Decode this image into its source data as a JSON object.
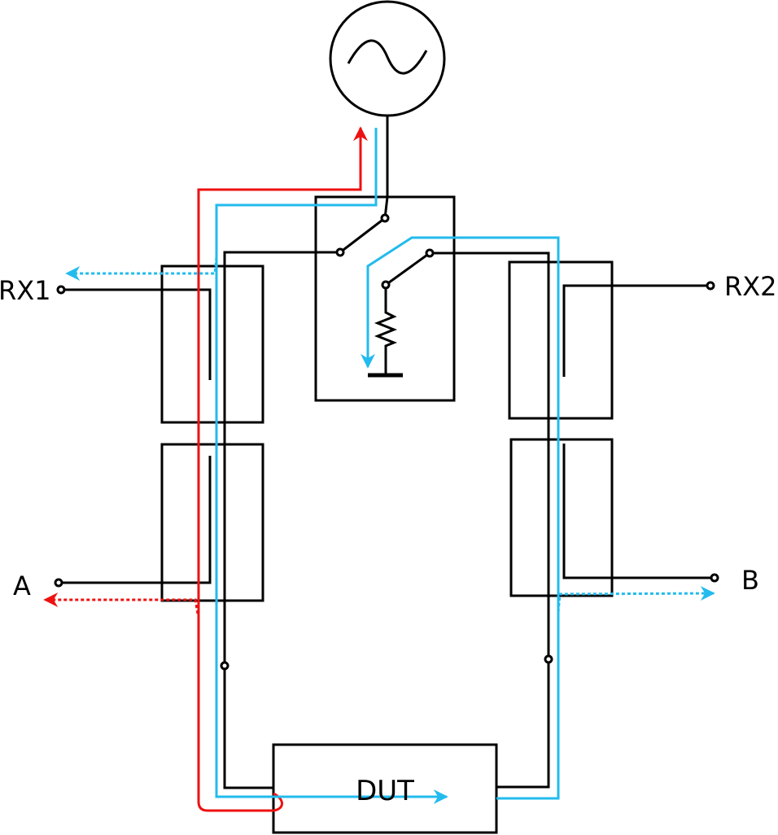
{
  "labels": {
    "rx1": "RX1",
    "rx2": "RX2",
    "port_a": "A",
    "port_b": "B",
    "dut": "DUT"
  },
  "colors": {
    "circuit": "#000000",
    "reflected_path": "#ee1111",
    "transmitted_path": "#22bbee"
  },
  "icons": {
    "source": "sine-wave-source-icon",
    "termination": "resistor-ground-icon",
    "switch": "transfer-switch-icon"
  }
}
